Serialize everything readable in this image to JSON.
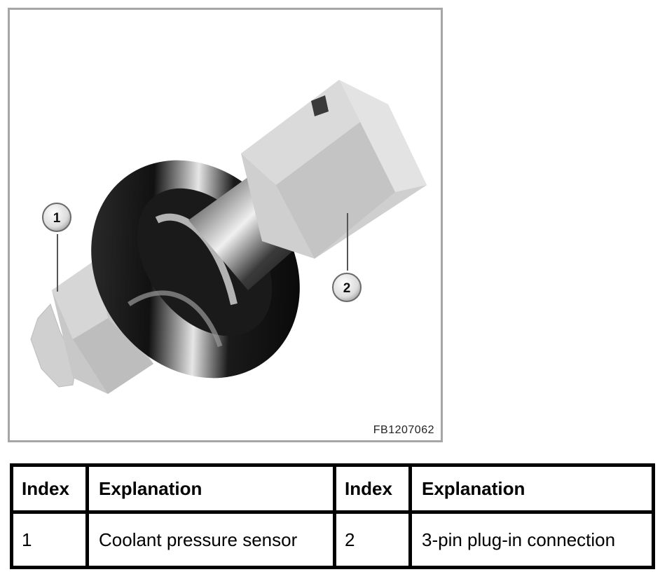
{
  "figure": {
    "code": "FB1207062",
    "callouts": [
      "1",
      "2"
    ]
  },
  "legend": {
    "headers": [
      "Index",
      "Explanation",
      "Index",
      "Explanation"
    ],
    "rows": [
      [
        "1",
        "Coolant pressure sensor",
        "2",
        "3-pin plug-in connection"
      ]
    ]
  }
}
